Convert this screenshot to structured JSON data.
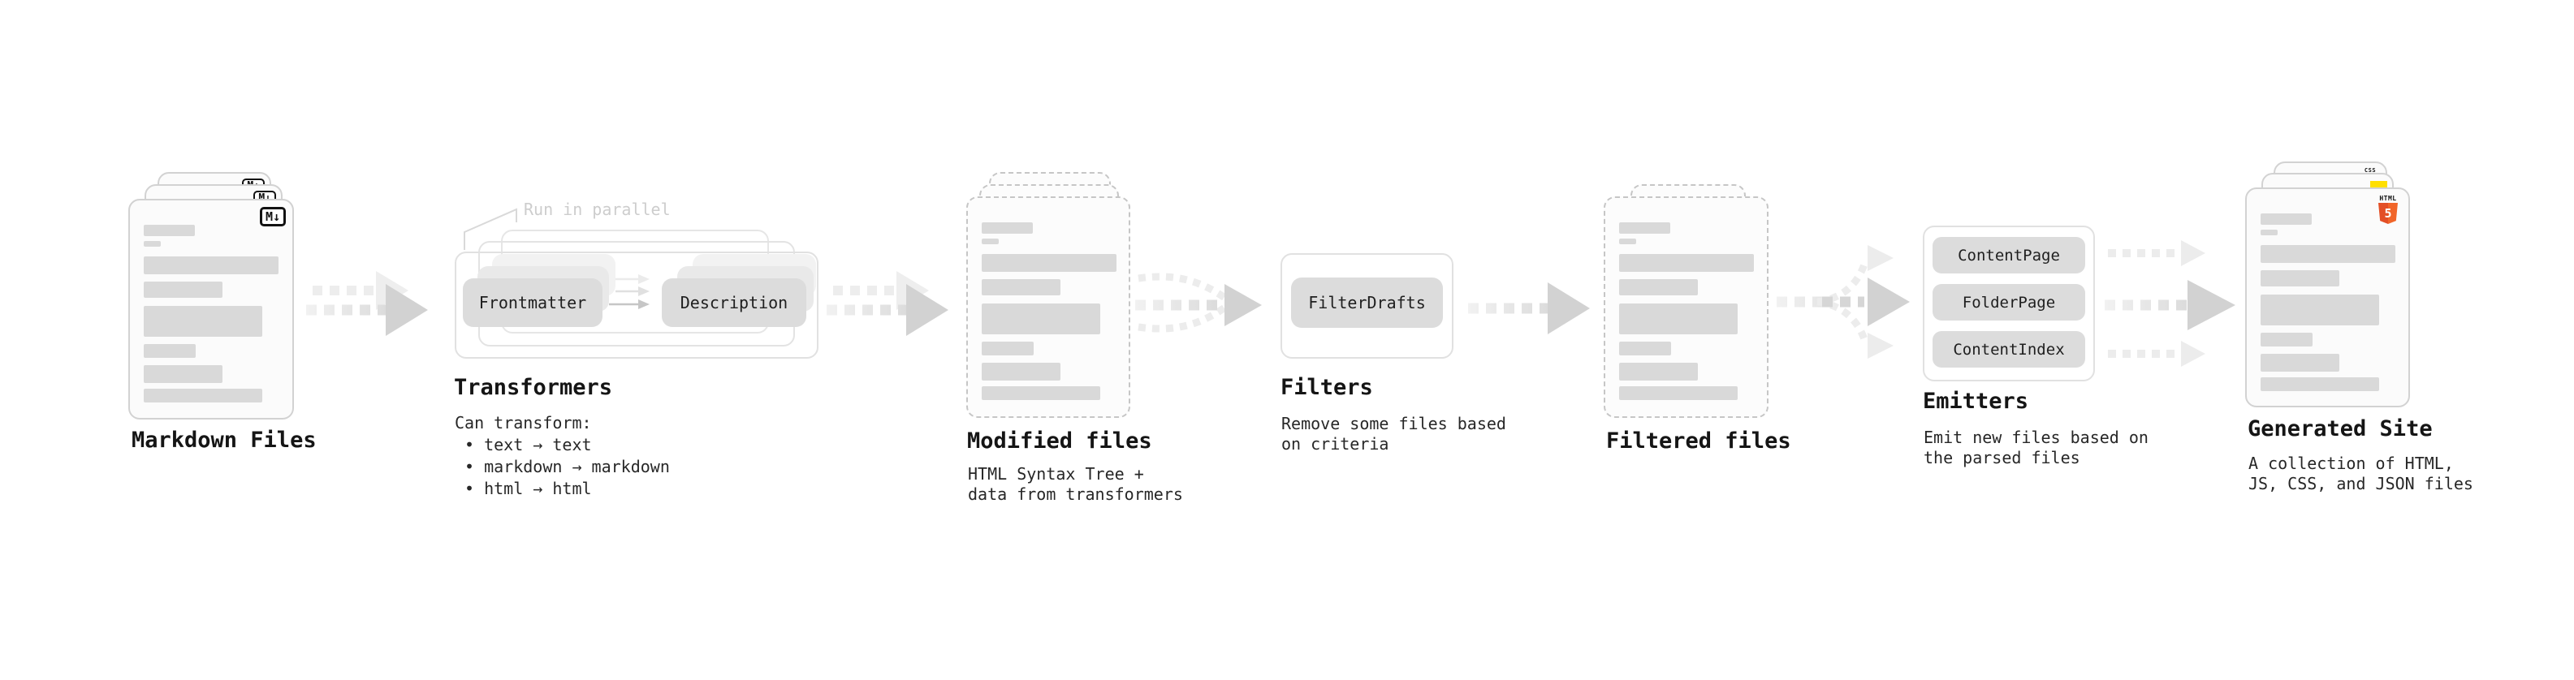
{
  "markdown": {
    "label": "Markdown Files",
    "badge": "M↓"
  },
  "transformers": {
    "label": "Transformers",
    "annotation": "Run in parallel",
    "pill_a": "Frontmatter",
    "pill_b": "Description",
    "note_title": "Can transform:",
    "bullets": [
      "• text → text",
      "• markdown → markdown",
      "• html → html"
    ]
  },
  "modified": {
    "label": "Modified files",
    "note_lines": [
      "HTML Syntax Tree +",
      "data from transformers"
    ]
  },
  "filters": {
    "label": "Filters",
    "pill": "FilterDrafts",
    "note_lines": [
      "Remove some files based",
      "on criteria"
    ]
  },
  "filtered": {
    "label": "Filtered files"
  },
  "emitters": {
    "label": "Emitters",
    "pills": [
      "ContentPage",
      "FolderPage",
      "ContentIndex"
    ],
    "note_lines": [
      "Emit new files based on",
      "the parsed files"
    ]
  },
  "generated": {
    "label": "Generated Site",
    "note_lines": [
      "A collection of HTML,",
      "JS, CSS, and JSON files"
    ],
    "badges": {
      "css": "CSS",
      "html": "HTML",
      "five": "5"
    }
  },
  "colors": {
    "html5_orange": "#e34f26",
    "js_yellow": "#ffdf00",
    "css_blue": "#2b6de8",
    "pill_gray": "#dcdcdc",
    "bar_gray": "#d9d9d9",
    "arrow_gray": "#d2d2d2",
    "annotation_gray": "#cdcdcd"
  }
}
